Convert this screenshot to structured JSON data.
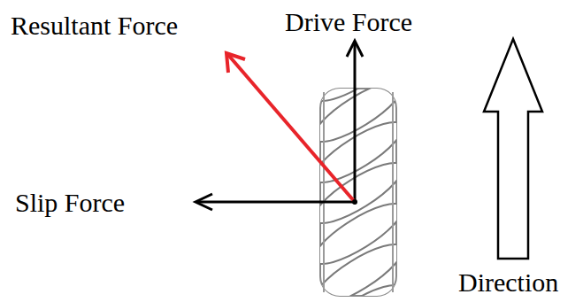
{
  "diagram": {
    "labels": [
      "Resultant Force",
      "Drive Force",
      "Slip Force",
      "Direction"
    ]
  }
}
